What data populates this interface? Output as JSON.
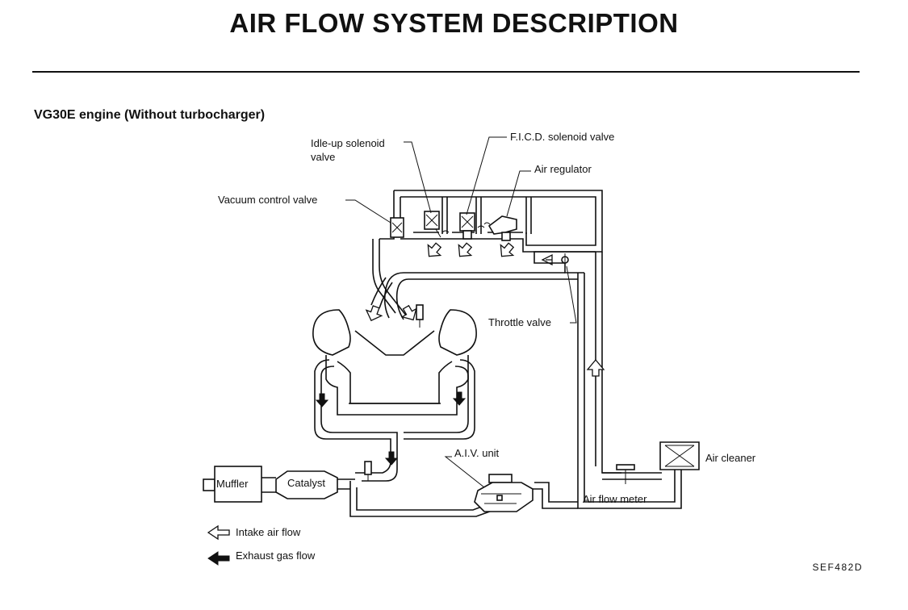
{
  "header": {
    "title": "AIR FLOW SYSTEM DESCRIPTION",
    "subtitle": "VG30E engine (Without turbocharger)"
  },
  "labels": {
    "idle_up_line1": "Idle-up solenoid",
    "idle_up_line2": "valve",
    "ficd": "F.I.C.D. solenoid valve",
    "air_regulator": "Air regulator",
    "vacuum_control": "Vacuum control valve",
    "throttle": "Throttle valve",
    "aiv": "A.I.V. unit",
    "air_cleaner": "Air cleaner",
    "air_flow_meter": "Air flow meter",
    "muffler": "Muffler",
    "catalyst": "Catalyst"
  },
  "legend": {
    "intake": "Intake air flow",
    "exhaust": "Exhaust gas flow"
  },
  "figure_code": "SEF482D",
  "colors": {
    "ink": "#111111",
    "paper": "#ffffff"
  },
  "icons": {
    "intake": "hollow-arrow-icon",
    "exhaust": "solid-arrow-icon"
  }
}
